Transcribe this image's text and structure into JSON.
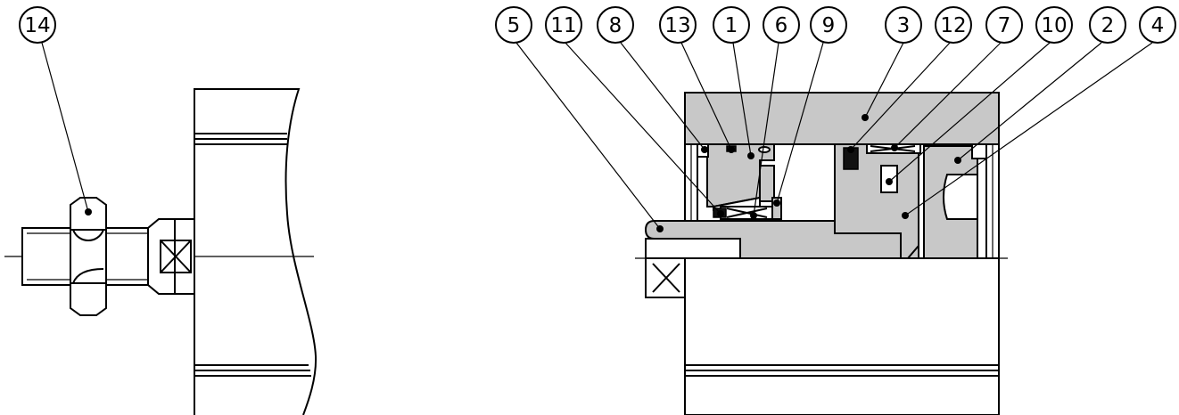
{
  "diagram": {
    "labels": [
      "14",
      "5",
      "11",
      "8",
      "13",
      "1",
      "6",
      "9",
      "3",
      "12",
      "7",
      "10",
      "2",
      "4"
    ]
  }
}
